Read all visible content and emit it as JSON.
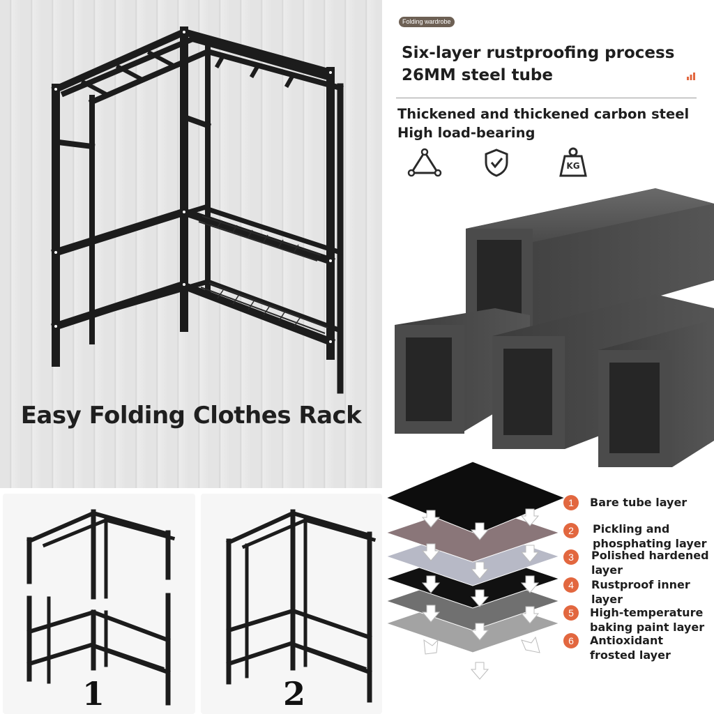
{
  "main": {
    "title": "Easy Folding Clothes Rack"
  },
  "steps": [
    {
      "label": "1"
    },
    {
      "label": "2"
    }
  ],
  "specs": {
    "badge": "Folding wardrobe",
    "headline_line1": "Six-layer rustproofing process",
    "headline_line2": "26MM steel tube",
    "subhead_line1": "Thickened and thickened carbon steel",
    "subhead_line2": "High load-bearing",
    "feature_icons": [
      "triangle-stability-icon",
      "shield-check-icon",
      "weight-kg-icon"
    ],
    "weight_icon_label": "KG"
  },
  "layers": [
    {
      "number": "1",
      "line1": "Bare tube layer",
      "line2": ""
    },
    {
      "number": "2",
      "line1": "Pickling and",
      "line2": "phosphating layer"
    },
    {
      "number": "3",
      "line1": "Polished hardened",
      "line2": "layer"
    },
    {
      "number": "4",
      "line1": "Rustproof inner",
      "line2": "layer"
    },
    {
      "number": "5",
      "line1": "High-temperature",
      "line2": "baking paint layer"
    },
    {
      "number": "6",
      "line1": "Antioxidant",
      "line2": "frosted layer"
    }
  ],
  "colors": {
    "accent": "#e2673f",
    "badge": "#6d6054",
    "rack": "#1c1c1c"
  }
}
